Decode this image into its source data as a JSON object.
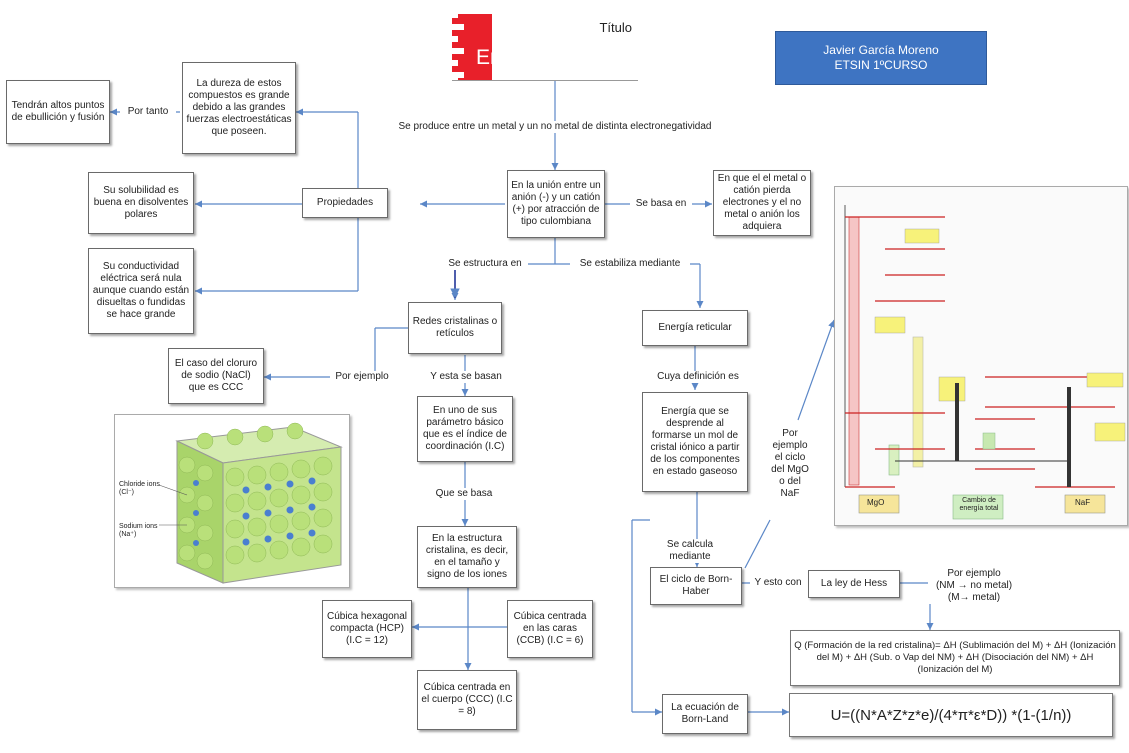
{
  "header": {
    "title_small": "Título",
    "title_main": "Enlace Iónico",
    "author_name": "Javier García Moreno",
    "author_course": "ETSIN 1ºCURSO"
  },
  "nodes": {
    "se_produce": "Se produce entre un metal y un no metal de distinta electronegatividad",
    "union": "En la unión entre un anión (-) y un catión (+) por atracción de tipo culombiana",
    "se_basa_label": "Se basa en",
    "basa_box": "En que el el metal o catión pierda electrones y el no metal o anión los adquiera",
    "propiedades": "Propiedades",
    "dureza": "La dureza de estos compuestos es grande debido a las grandes fuerzas electroestáticas que poseen.",
    "por_tanto": "Por tanto",
    "altos_puntos": "Tendrán altos puntos de ebullición y fusión",
    "solubilidad": "Su solubilidad es buena en disolventes polares",
    "conductividad": "Su conductividad eléctrica será nula aunque cuando están disueltas o fundidas se hace grande",
    "se_estructura": "Se estructura en",
    "se_estabiliza": "Se estabiliza mediante",
    "redes": "Redes cristalinas o retículos",
    "energia_reticular": "Energía reticular",
    "por_ejemplo": "Por ejemplo",
    "nacl_case": "El caso del cloruro de sodio (NaCl) que es CCC",
    "y_esta_se_basan": "Y esta se basan",
    "cuya_definicion": "Cuya definición es",
    "parametro": "En uno de sus parámetro básico que es el índice de coordinación (I.C)",
    "energia_def": "Energía que se desprende al formarse un mol de cristal iónico a partir de los componentes en estado gaseoso",
    "que_se_basa": "Que se basa",
    "estructura_cristalina": "En la estructura cristalina, es decir, en el tamaño y signo de los iones",
    "hcp": "Cúbica hexagonal compacta (HCP) (I.C = 12)",
    "ccb": "Cúbica centrada en las caras (CCB) (I.C = 6)",
    "ccc": "Cúbica centrada en el cuerpo (CCC) (I.C = 8)",
    "se_calcula": "Se calcula mediante",
    "born_haber": "El ciclo de Born-Haber",
    "y_esto_con": "Y esto con",
    "ley_hess": "La ley de Hess",
    "por_ejemplo_hess": "Por ejemplo\n(NM → no metal)\n(M→ metal)",
    "por_ejemplo_ciclo": "Por ejemplo el ciclo del MgO o del NaF",
    "q_formacion": "Q (Formación de la red cristalina)= ΔH (Sublimación del M) + ΔH (Ionización del M) + ΔH (Sub. o Vap del NM) + ΔH (Disociación del NM) + ΔH (Ionización del M)",
    "born_lande": "La ecuación de Born-Land",
    "equation": "U=((N*A*Z*z*e)/(4*π*ε*D)) *(1-(1/n))"
  },
  "nacl_labels": {
    "chloride": "Chloride ions (Cl⁻)",
    "sodium": "Sodium ions (Na⁺)"
  },
  "cycle_labels": {
    "mgo": "MgO",
    "naf": "NaF",
    "center": "Cambio de energía total"
  },
  "colors": {
    "title_red": "#e8202a",
    "author_blue": "#3e74c2",
    "line_blue": "#5b87c7",
    "sphere_green": "#b9e07a",
    "sphere_blue": "#4a7fd0"
  }
}
